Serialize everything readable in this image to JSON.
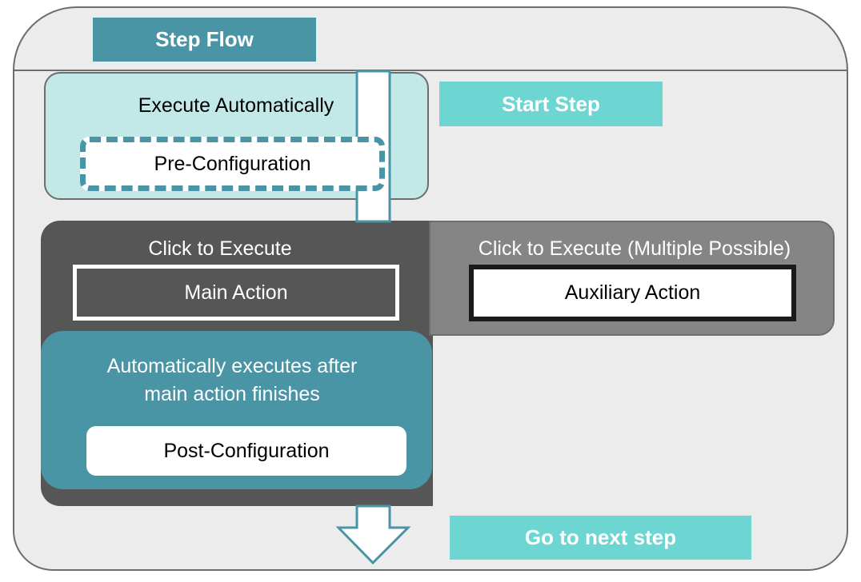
{
  "title": "Step Flow",
  "start_step": "Start Step",
  "auto_execute": {
    "label": "Execute Automatically",
    "pre_config": "Pre-Configuration"
  },
  "main": {
    "click_label": "Click to Execute",
    "action": "Main Action"
  },
  "auxiliary": {
    "click_label": "Click to Execute (Multiple Possible)",
    "action": "Auxiliary Action"
  },
  "post": {
    "label_line1": "Automatically executes after",
    "label_line2": "main action finishes",
    "post_config": "Post-Configuration"
  },
  "next_step": "Go to next step",
  "colors": {
    "teal": "#4a95a5",
    "light_teal": "#6dd6d2",
    "pale_teal": "#c2e9e7",
    "dark_gray": "#565656",
    "mid_gray": "#858585",
    "background": "#ececec"
  }
}
